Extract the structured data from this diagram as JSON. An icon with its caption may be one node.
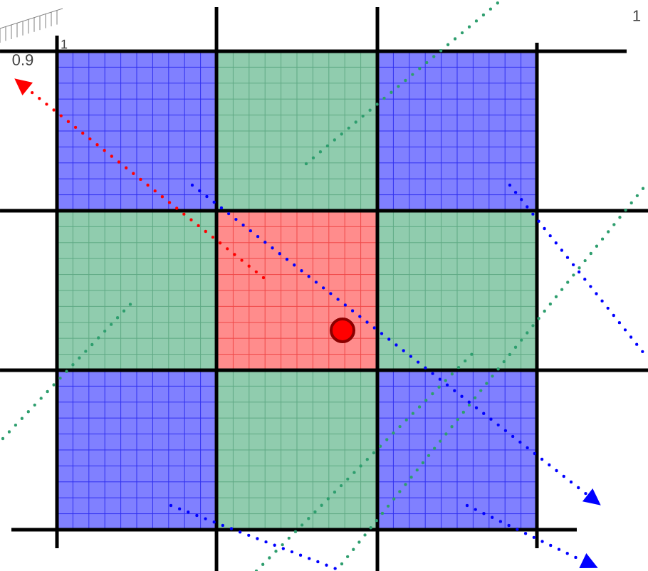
{
  "diagram": {
    "nodes": [
      {
        "text": [],
        "shape": "box"
      },
      {
        "text": [],
        "shape": "box"
      },
      {
        "text": [],
        "shape": "box"
      },
      {
        "text": [],
        "shape": "box"
      },
      {
        "text": [],
        "shape": "box"
      },
      {
        "text": [],
        "shape": "box"
      },
      {
        "text": [],
        "shape": "box"
      },
      {
        "text": [],
        "shape": "box"
      },
      {
        "text": [],
        "shape": "box"
      },
      {
        "text": [],
        "shape": "circle",
        "in": 4
      }
    ],
    "labels": [
      "0.9",
      "1",
      "1"
    ]
  }
}
